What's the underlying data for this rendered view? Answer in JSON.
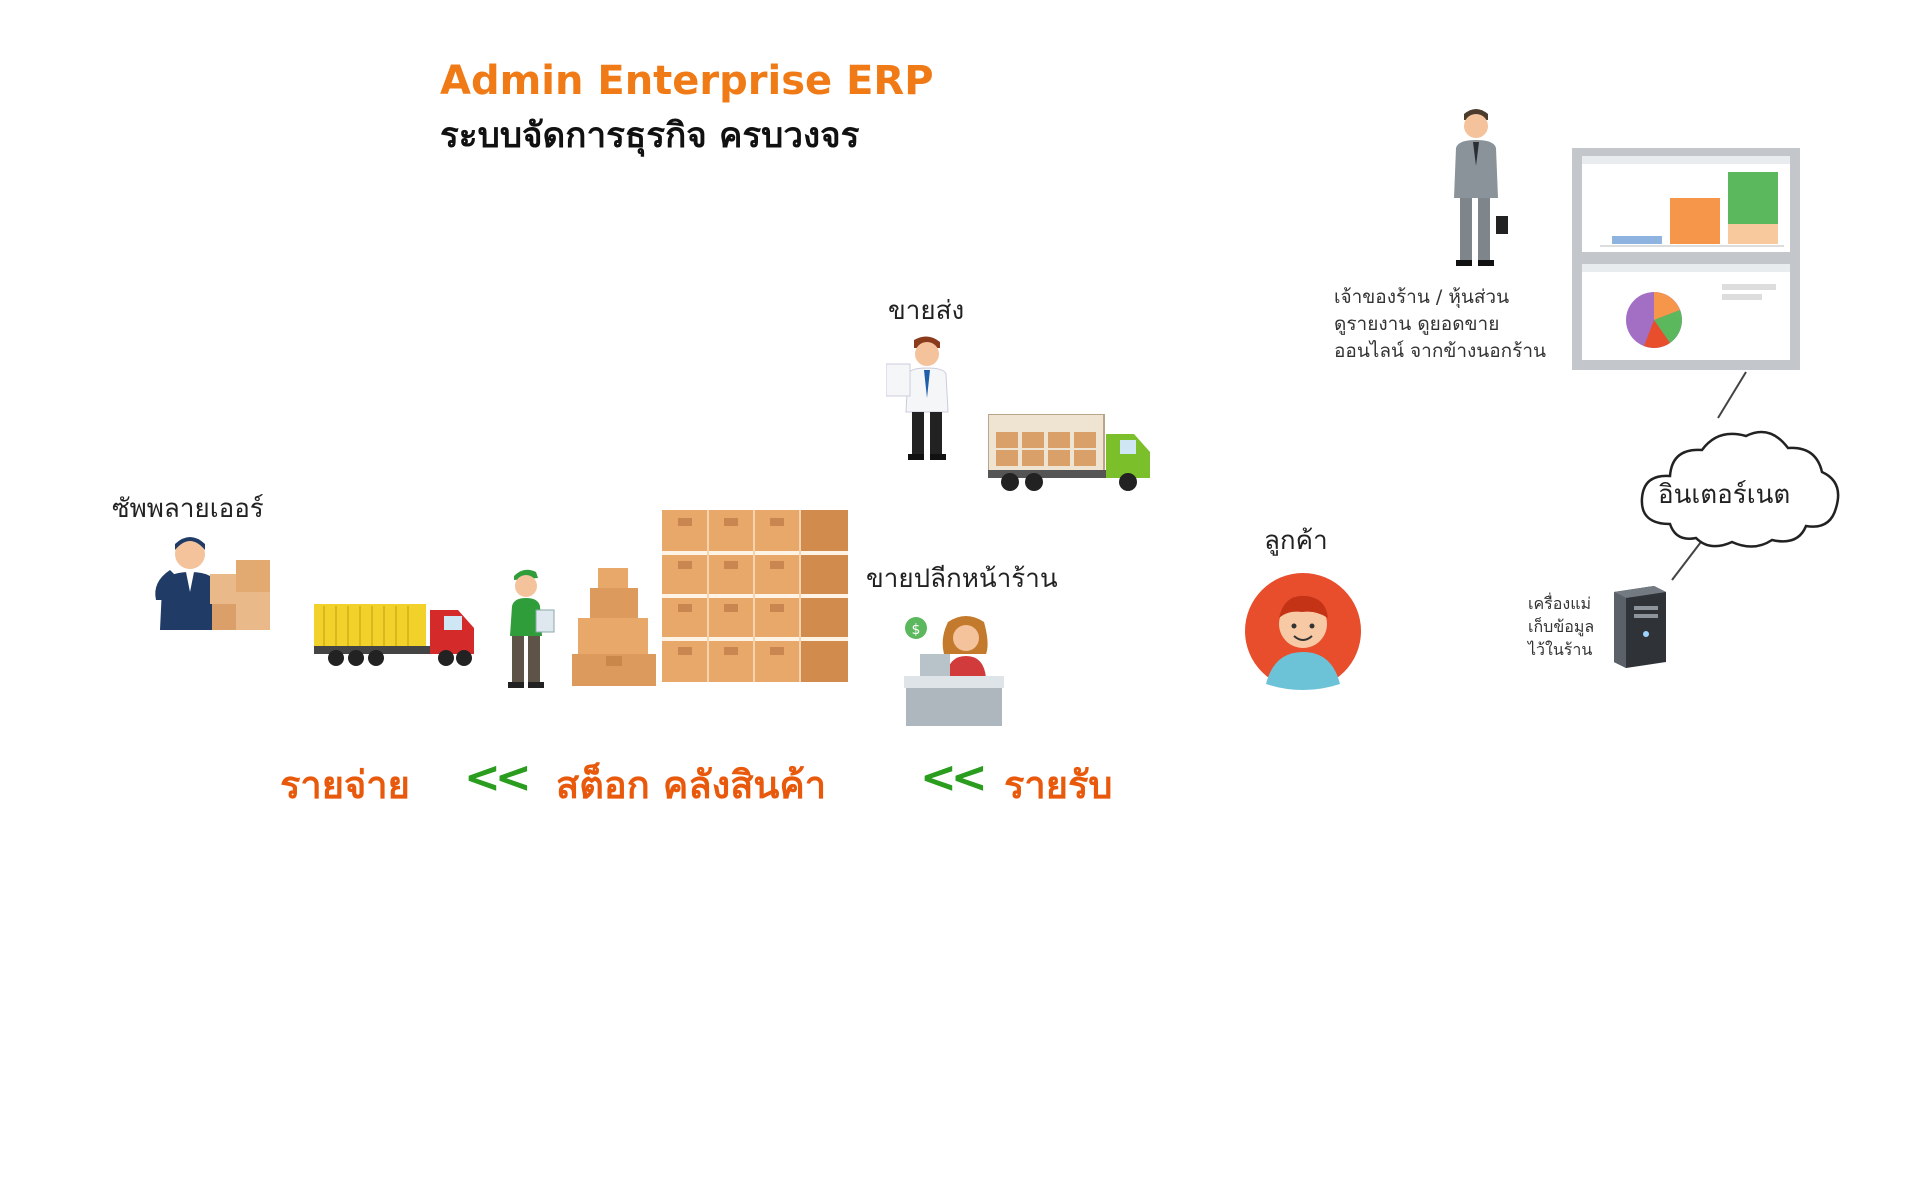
{
  "header": {
    "title": "Admin Enterprise ERP",
    "subtitle": "ระบบจัดการธุรกิจ ครบวงจร"
  },
  "nodes": {
    "supplier": "ซัพพลายเออร์",
    "wholesale": "ขายส่ง",
    "retail": "ขายปลีกหน้าร้าน",
    "customer": "ลูกค้า",
    "internet": "อินเตอร์เนต",
    "owner_line1": "เจ้าของร้าน / หุ้นส่วน",
    "owner_line2": "ดูรายงาน ดูยอดขาย",
    "owner_line3": "ออนไลน์ จากข้างนอกร้าน",
    "server_line1": "เครื่องแม่",
    "server_line2": "เก็บข้อมูล",
    "server_line3": "ไว้ในร้าน"
  },
  "flow": {
    "expense": "รายจ่าย",
    "stock": "สต็อก คลังสินค้า",
    "income": "รายรับ",
    "arrow": "<<"
  },
  "colors": {
    "title_orange": "#f07b16",
    "flow_orange": "#e8590c",
    "arrow_green": "#2a9d1f",
    "box_tan": "#e7a86a"
  }
}
